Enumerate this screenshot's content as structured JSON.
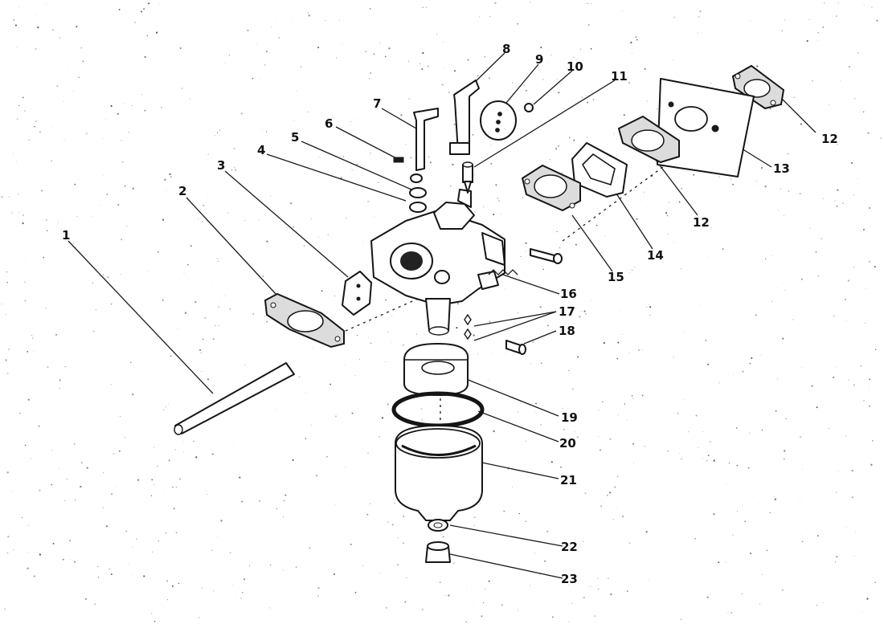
{
  "diagram": {
    "callouts": [
      {
        "id": "1",
        "label": "1"
      },
      {
        "id": "2",
        "label": "2"
      },
      {
        "id": "3",
        "label": "3"
      },
      {
        "id": "4",
        "label": "4"
      },
      {
        "id": "5",
        "label": "5"
      },
      {
        "id": "6",
        "label": "6"
      },
      {
        "id": "7",
        "label": "7"
      },
      {
        "id": "8",
        "label": "8"
      },
      {
        "id": "9",
        "label": "9"
      },
      {
        "id": "10",
        "label": "10"
      },
      {
        "id": "11",
        "label": "11"
      },
      {
        "id": "12a",
        "label": "12"
      },
      {
        "id": "12b",
        "label": "12"
      },
      {
        "id": "13",
        "label": "13"
      },
      {
        "id": "14",
        "label": "14"
      },
      {
        "id": "15",
        "label": "15"
      },
      {
        "id": "16",
        "label": "16"
      },
      {
        "id": "17",
        "label": "17"
      },
      {
        "id": "18",
        "label": "18"
      },
      {
        "id": "19",
        "label": "19"
      },
      {
        "id": "20",
        "label": "20"
      },
      {
        "id": "21",
        "label": "21"
      },
      {
        "id": "22",
        "label": "22"
      },
      {
        "id": "23",
        "label": "23"
      }
    ]
  }
}
